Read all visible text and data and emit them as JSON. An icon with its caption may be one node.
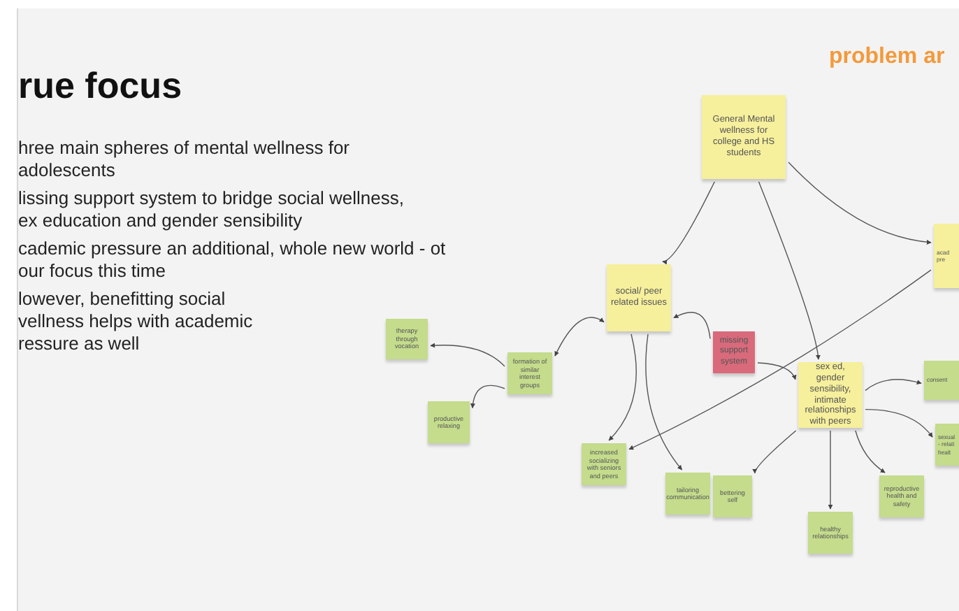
{
  "diagram": {
    "title": "rue focus",
    "nodes": [
      {
        "text": [
          "General Mental wellness for college and HS students"
        ]
      },
      {
        "text": [
          "acad pre"
        ]
      },
      {
        "text": [
          "social/ peer related issues"
        ]
      },
      {
        "text": [
          "missing support system"
        ]
      },
      {
        "text": [
          "therapy through vocation"
        ]
      },
      {
        "text": [
          "formation of similar interest groups"
        ]
      },
      {
        "text": [
          "productive relaxing"
        ]
      },
      {
        "text": [
          "sex ed, gender sensibility, intimate relationships with peers"
        ]
      },
      {
        "text": [
          "consent"
        ]
      },
      {
        "text": [
          "sexual - relati healt"
        ]
      },
      {
        "text": [
          "increased socializing with seniors and peers"
        ]
      },
      {
        "text": [
          "tailoring communication"
        ]
      },
      {
        "text": [
          "bettering self"
        ]
      },
      {
        "text": [
          "reproductive health and safety"
        ]
      },
      {
        "text": [
          "healthy relationships"
        ]
      }
    ],
    "edges": [
      {
        "from": 0,
        "to": 2,
        "arrow": "to"
      },
      {
        "from": 0,
        "to": 1,
        "arrow": "to"
      },
      {
        "from": 0,
        "to": 7,
        "arrow": "to"
      },
      {
        "from": 1,
        "to": 10,
        "arrow": "to"
      },
      {
        "from": 3,
        "to": 2,
        "arrow": "to"
      },
      {
        "from": 3,
        "to": 7,
        "arrow": "to"
      },
      {
        "from": 5,
        "to": 2,
        "arrow": "both"
      },
      {
        "from": 5,
        "to": 4,
        "arrow": "to"
      },
      {
        "from": 5,
        "to": 6,
        "arrow": "to"
      },
      {
        "from": 2,
        "to": 10,
        "arrow": "to"
      },
      {
        "from": 2,
        "to": 11,
        "arrow": "to"
      },
      {
        "from": 7,
        "to": 8,
        "arrow": "to"
      },
      {
        "from": 7,
        "to": 9,
        "arrow": "to"
      },
      {
        "from": 7,
        "to": 13,
        "arrow": "to"
      },
      {
        "from": 7,
        "to": 12,
        "arrow": "to"
      },
      {
        "from": 7,
        "to": 14,
        "arrow": "to"
      }
    ],
    "labels": [
      "hree main spheres of mental wellness for adolescents",
      "lissing support system to bridge social wellness, ex education and gender sensibility",
      "cademic pressure an additional, whole new world - ot our focus this time",
      "lowever, benefitting social vellness helps with academic ressure as well",
      "problem ar"
    ]
  }
}
